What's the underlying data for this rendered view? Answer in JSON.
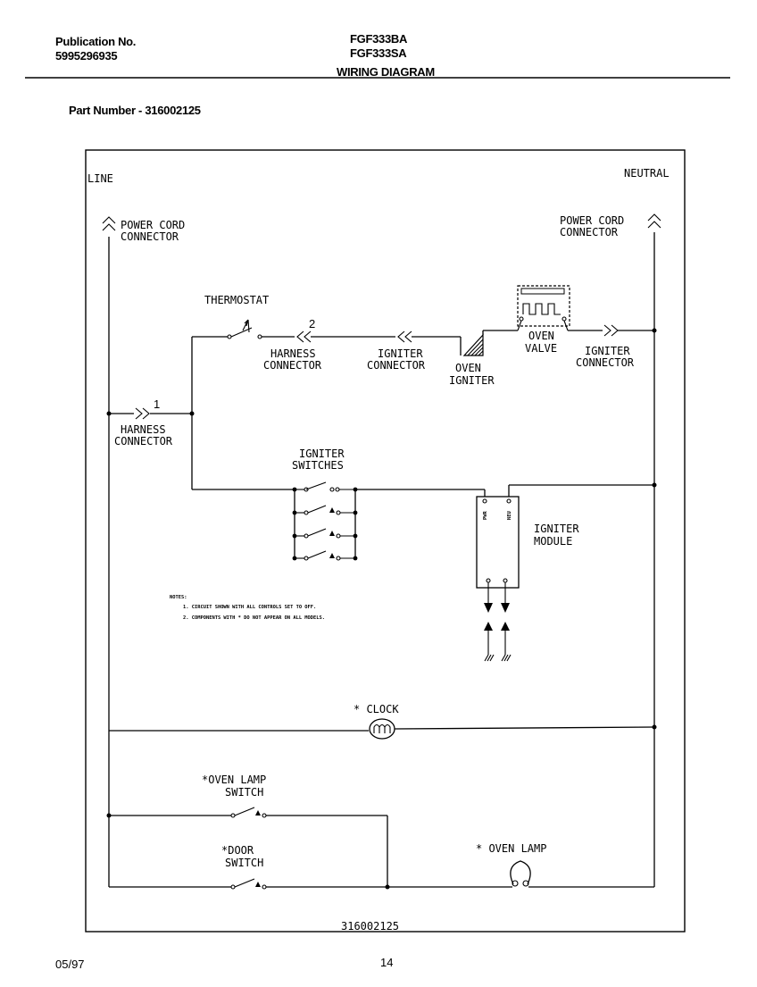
{
  "header": {
    "publication_label": "Publication No.",
    "publication_number": "5995296935",
    "model_1": "FGF333BA",
    "model_2": "FGF333SA",
    "doc_title": "WIRING DIAGRAM",
    "part_number_line": "Part Number - 316002125"
  },
  "diagram": {
    "line": "LINE",
    "neutral": "NEUTRAL",
    "power_cord_connector_1": "POWER CORD",
    "power_cord_connector_2": "CONNECTOR",
    "thermostat": "THERMOSTAT",
    "pin_1": "1",
    "pin_2": "2",
    "harness_connector_1": "HARNESS",
    "harness_connector_2": "CONNECTOR",
    "igniter_connector_1": "IGNITER",
    "igniter_connector_2": "CONNECTOR",
    "oven_igniter_1": "OVEN",
    "oven_igniter_2": "IGNITER",
    "oven_valve_1": "OVEN",
    "oven_valve_2": "VALVE",
    "igniter_switches_1": "IGNITER",
    "igniter_switches_2": "SWITCHES",
    "igniter_module_1": "IGNITER",
    "igniter_module_2": "MODULE",
    "module_pin_left": "PWR",
    "module_pin_right": "NEU",
    "notes_title": "NOTES:",
    "note_1": "1. CIRCUIT SHOWN WITH ALL CONTROLS SET TO OFF.",
    "note_2": "2. COMPONENTS WITH * DO NOT APPEAR ON ALL MODELS.",
    "clock": "* CLOCK",
    "oven_lamp_switch_1": "*OVEN LAMP",
    "oven_lamp_switch_2": "SWITCH",
    "door_switch_1": "*DOOR",
    "door_switch_2": "SWITCH",
    "oven_lamp": "* OVEN LAMP",
    "diagram_number": "316002125"
  },
  "footer": {
    "date": "05/97",
    "page_number": "14"
  }
}
